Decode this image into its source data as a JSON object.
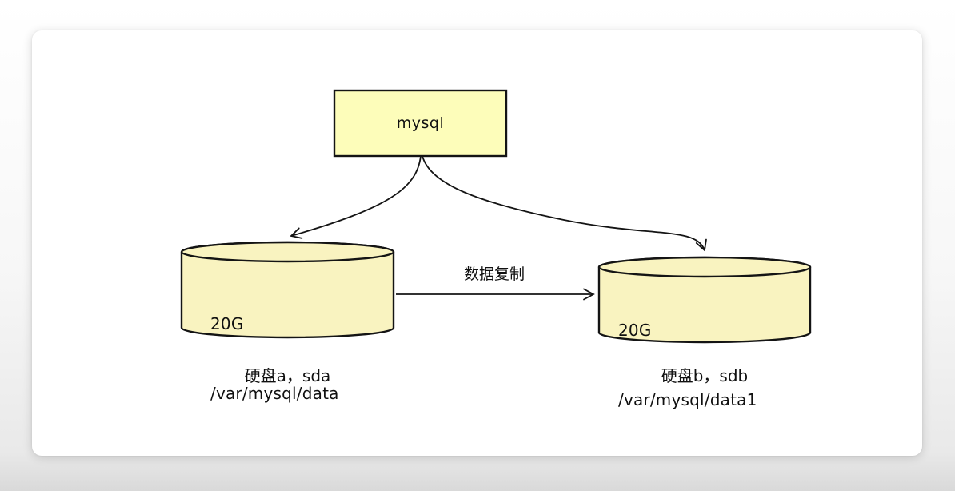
{
  "diagram": {
    "stroke": "#141414",
    "nodes": {
      "mysql": {
        "label": "mysql",
        "shape": "rectangle",
        "fill": "#fdfdba"
      },
      "disk_a": {
        "shape": "cylinder",
        "size": "20G",
        "path": "/var/mysql/data",
        "caption": "硬盘a，sda",
        "fill": "#f9f3c0"
      },
      "disk_b": {
        "shape": "cylinder",
        "size": "20G",
        "path": "/var/mysql/data1",
        "caption": "硬盘b，sdb",
        "fill": "#f9f3c0"
      }
    },
    "edges": {
      "mysql_to_disk_a": {
        "from": "mysql",
        "to": "disk_a",
        "label": ""
      },
      "mysql_to_disk_b": {
        "from": "mysql",
        "to": "disk_b",
        "label": ""
      },
      "replication": {
        "from": "disk_a",
        "to": "disk_b",
        "label": "数据复制"
      }
    }
  }
}
